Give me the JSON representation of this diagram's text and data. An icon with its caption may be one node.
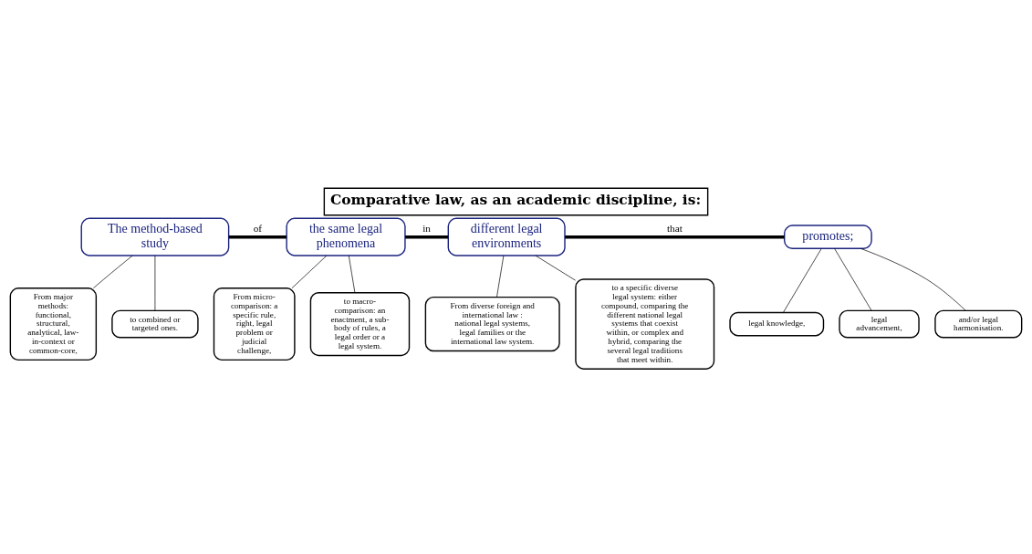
{
  "diagram": {
    "title": "Comparative law, as an academic discipline, is:",
    "nodes": [
      {
        "text": [
          "The method-based study"
        ]
      },
      {
        "text": [
          "the same legal phenomena"
        ]
      },
      {
        "text": [
          "different legal environments"
        ]
      },
      {
        "text": [
          "promotes;"
        ]
      },
      {
        "text": [
          "From major methods: functional, structural, analytical, law-in-context or common-core,"
        ]
      },
      {
        "text": [
          "to combined or targeted ones."
        ]
      },
      {
        "text": [
          "From micro-comparison: a specific rule, right, legal problem or judicial challenge,"
        ]
      },
      {
        "text": [
          "to macro-comparison: an enactment, a sub-body of rules, a legal order or a legal system."
        ]
      },
      {
        "text": [
          "From diverse foreign and international law : national legal systems, legal families or the international law system."
        ]
      },
      {
        "text": [
          "to a specific diverse legal system: either compound, comparing the different national legal systems that coexist within, or complex and hybrid, comparing the several legal traditions that meet within."
        ]
      },
      {
        "text": [
          "legal knowledge,"
        ]
      },
      {
        "text": [
          "legal advancement,"
        ]
      },
      {
        "text": [
          "and/or legal harmonisation."
        ]
      }
    ],
    "edges": [
      {
        "from": 0,
        "to": 1,
        "arrow": "none",
        "label": "of",
        "style": "thick"
      },
      {
        "from": 1,
        "to": 2,
        "arrow": "none",
        "label": "in",
        "style": "thick"
      },
      {
        "from": 2,
        "to": 3,
        "arrow": "none",
        "label": "that",
        "style": "thick"
      },
      {
        "from": 0,
        "to": 4,
        "arrow": "none"
      },
      {
        "from": 0,
        "to": 5,
        "arrow": "none"
      },
      {
        "from": 1,
        "to": 6,
        "arrow": "none"
      },
      {
        "from": 1,
        "to": 7,
        "arrow": "none"
      },
      {
        "from": 2,
        "to": 8,
        "arrow": "none"
      },
      {
        "from": 2,
        "to": 9,
        "arrow": "none"
      },
      {
        "from": 3,
        "to": 10,
        "arrow": "none"
      },
      {
        "from": 3,
        "to": 11,
        "arrow": "none"
      },
      {
        "from": 3,
        "to": 12,
        "arrow": "none"
      }
    ]
  }
}
